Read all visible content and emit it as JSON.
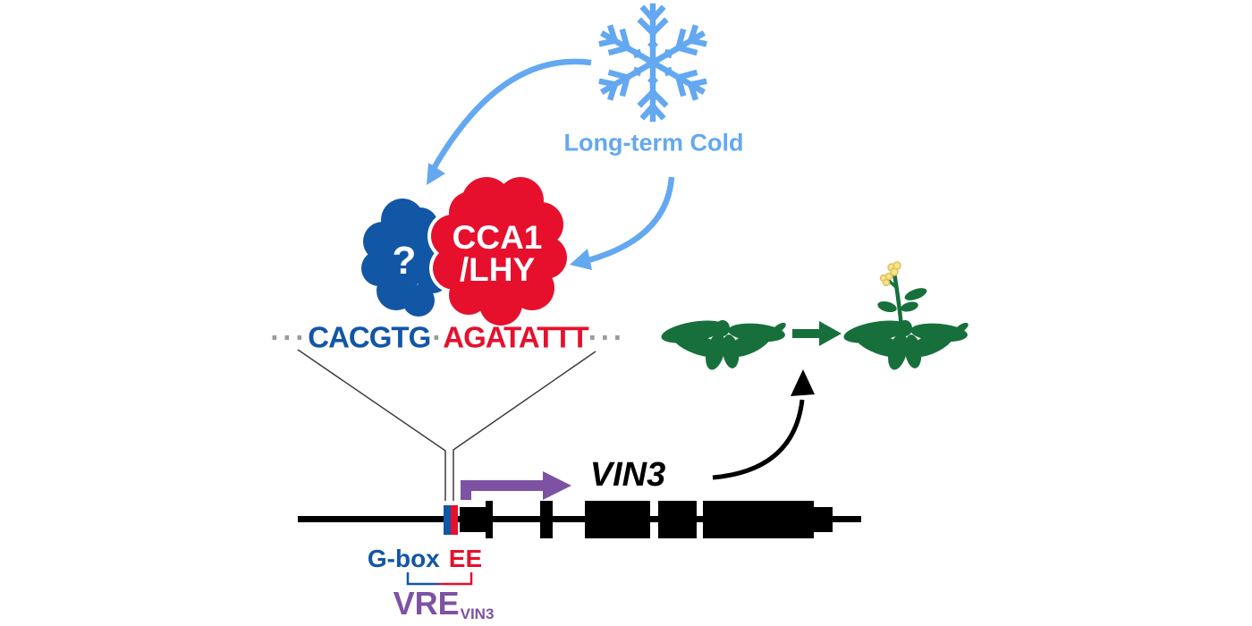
{
  "palette": {
    "light_blue": "#63a8f1",
    "deep_blue": "#1256a6",
    "red": "#e6102d",
    "purple": "#7d52a3",
    "green": "#17703b",
    "flower_yellow": "#f8e386",
    "flower_edge": "#dfc05e",
    "gray": "#9b9b9b",
    "ink": "#000000"
  },
  "cold": {
    "label": "Long-term Cold"
  },
  "proteins": {
    "unknown": "?",
    "cca1_line1": "CCA1",
    "cca1_line2": "/LHY"
  },
  "sequence": {
    "left_dots": "···",
    "g_box": "CACGTG",
    "mid_dot": "·",
    "evening_element": "AGATATTT",
    "right_dots": "···"
  },
  "gene": {
    "name": "VIN3",
    "g_box_label": "G-box",
    "ee_label": "EE",
    "vre_label": "VRE",
    "vre_subscript": "VIN3"
  }
}
